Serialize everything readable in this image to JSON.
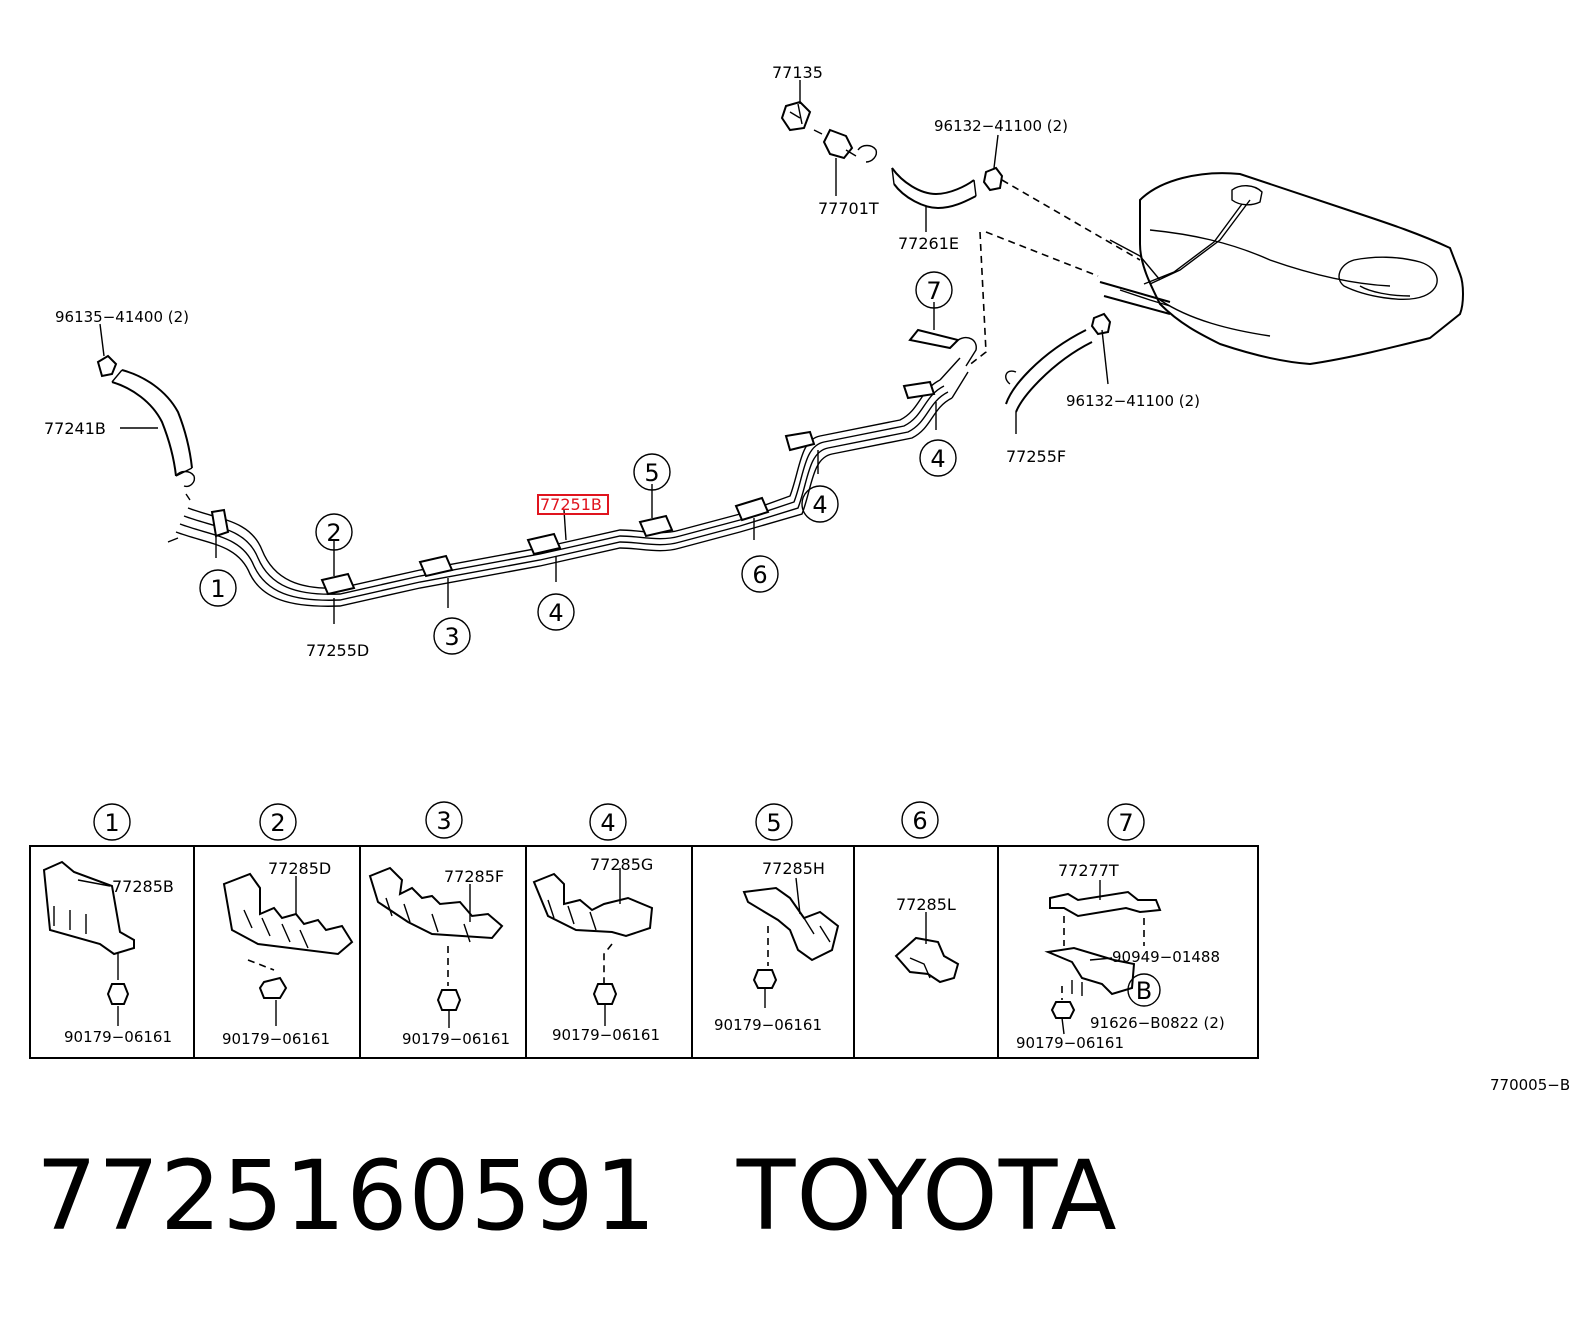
{
  "callouts": {
    "p77135": "77135",
    "p77701T": "77701T",
    "p96132_top": "96132−41100 (2)",
    "p77261E": "77261E",
    "p96135": "96135−41400 (2)",
    "p77241B": "77241B",
    "p77251B": "77251B",
    "p77255D": "77255D",
    "p96132_mid": "96132−41100 (2)",
    "p77255F": "77255F"
  },
  "circle_markers": {
    "m1": "1",
    "m2": "2",
    "m3": "3",
    "m4a": "4",
    "m5": "5",
    "m6": "6",
    "m4b": "4",
    "m4c": "4",
    "m7": "7"
  },
  "detail_panels": [
    {
      "num": "1",
      "part": "77285B",
      "bolt": "90179−06161"
    },
    {
      "num": "2",
      "part": "77285D",
      "bolt": "90179−06161"
    },
    {
      "num": "3",
      "part": "77285F",
      "bolt": "90179−06161"
    },
    {
      "num": "4",
      "part": "77285G",
      "bolt": "90179−06161"
    },
    {
      "num": "5",
      "part": "77285H",
      "bolt": "90179−06161"
    },
    {
      "num": "6",
      "part": "77285L",
      "bolt": ""
    },
    {
      "num": "7",
      "part": "77277T",
      "bolt": "90179−06161",
      "extra1": "90949−01488",
      "extra2": "91626−B0822 (2)",
      "marker": "B"
    }
  ],
  "figure_code": "770005−B",
  "footer": {
    "part_number": "7725160591",
    "brand": "TOYOTA"
  },
  "highlight_color": "#e0141e"
}
